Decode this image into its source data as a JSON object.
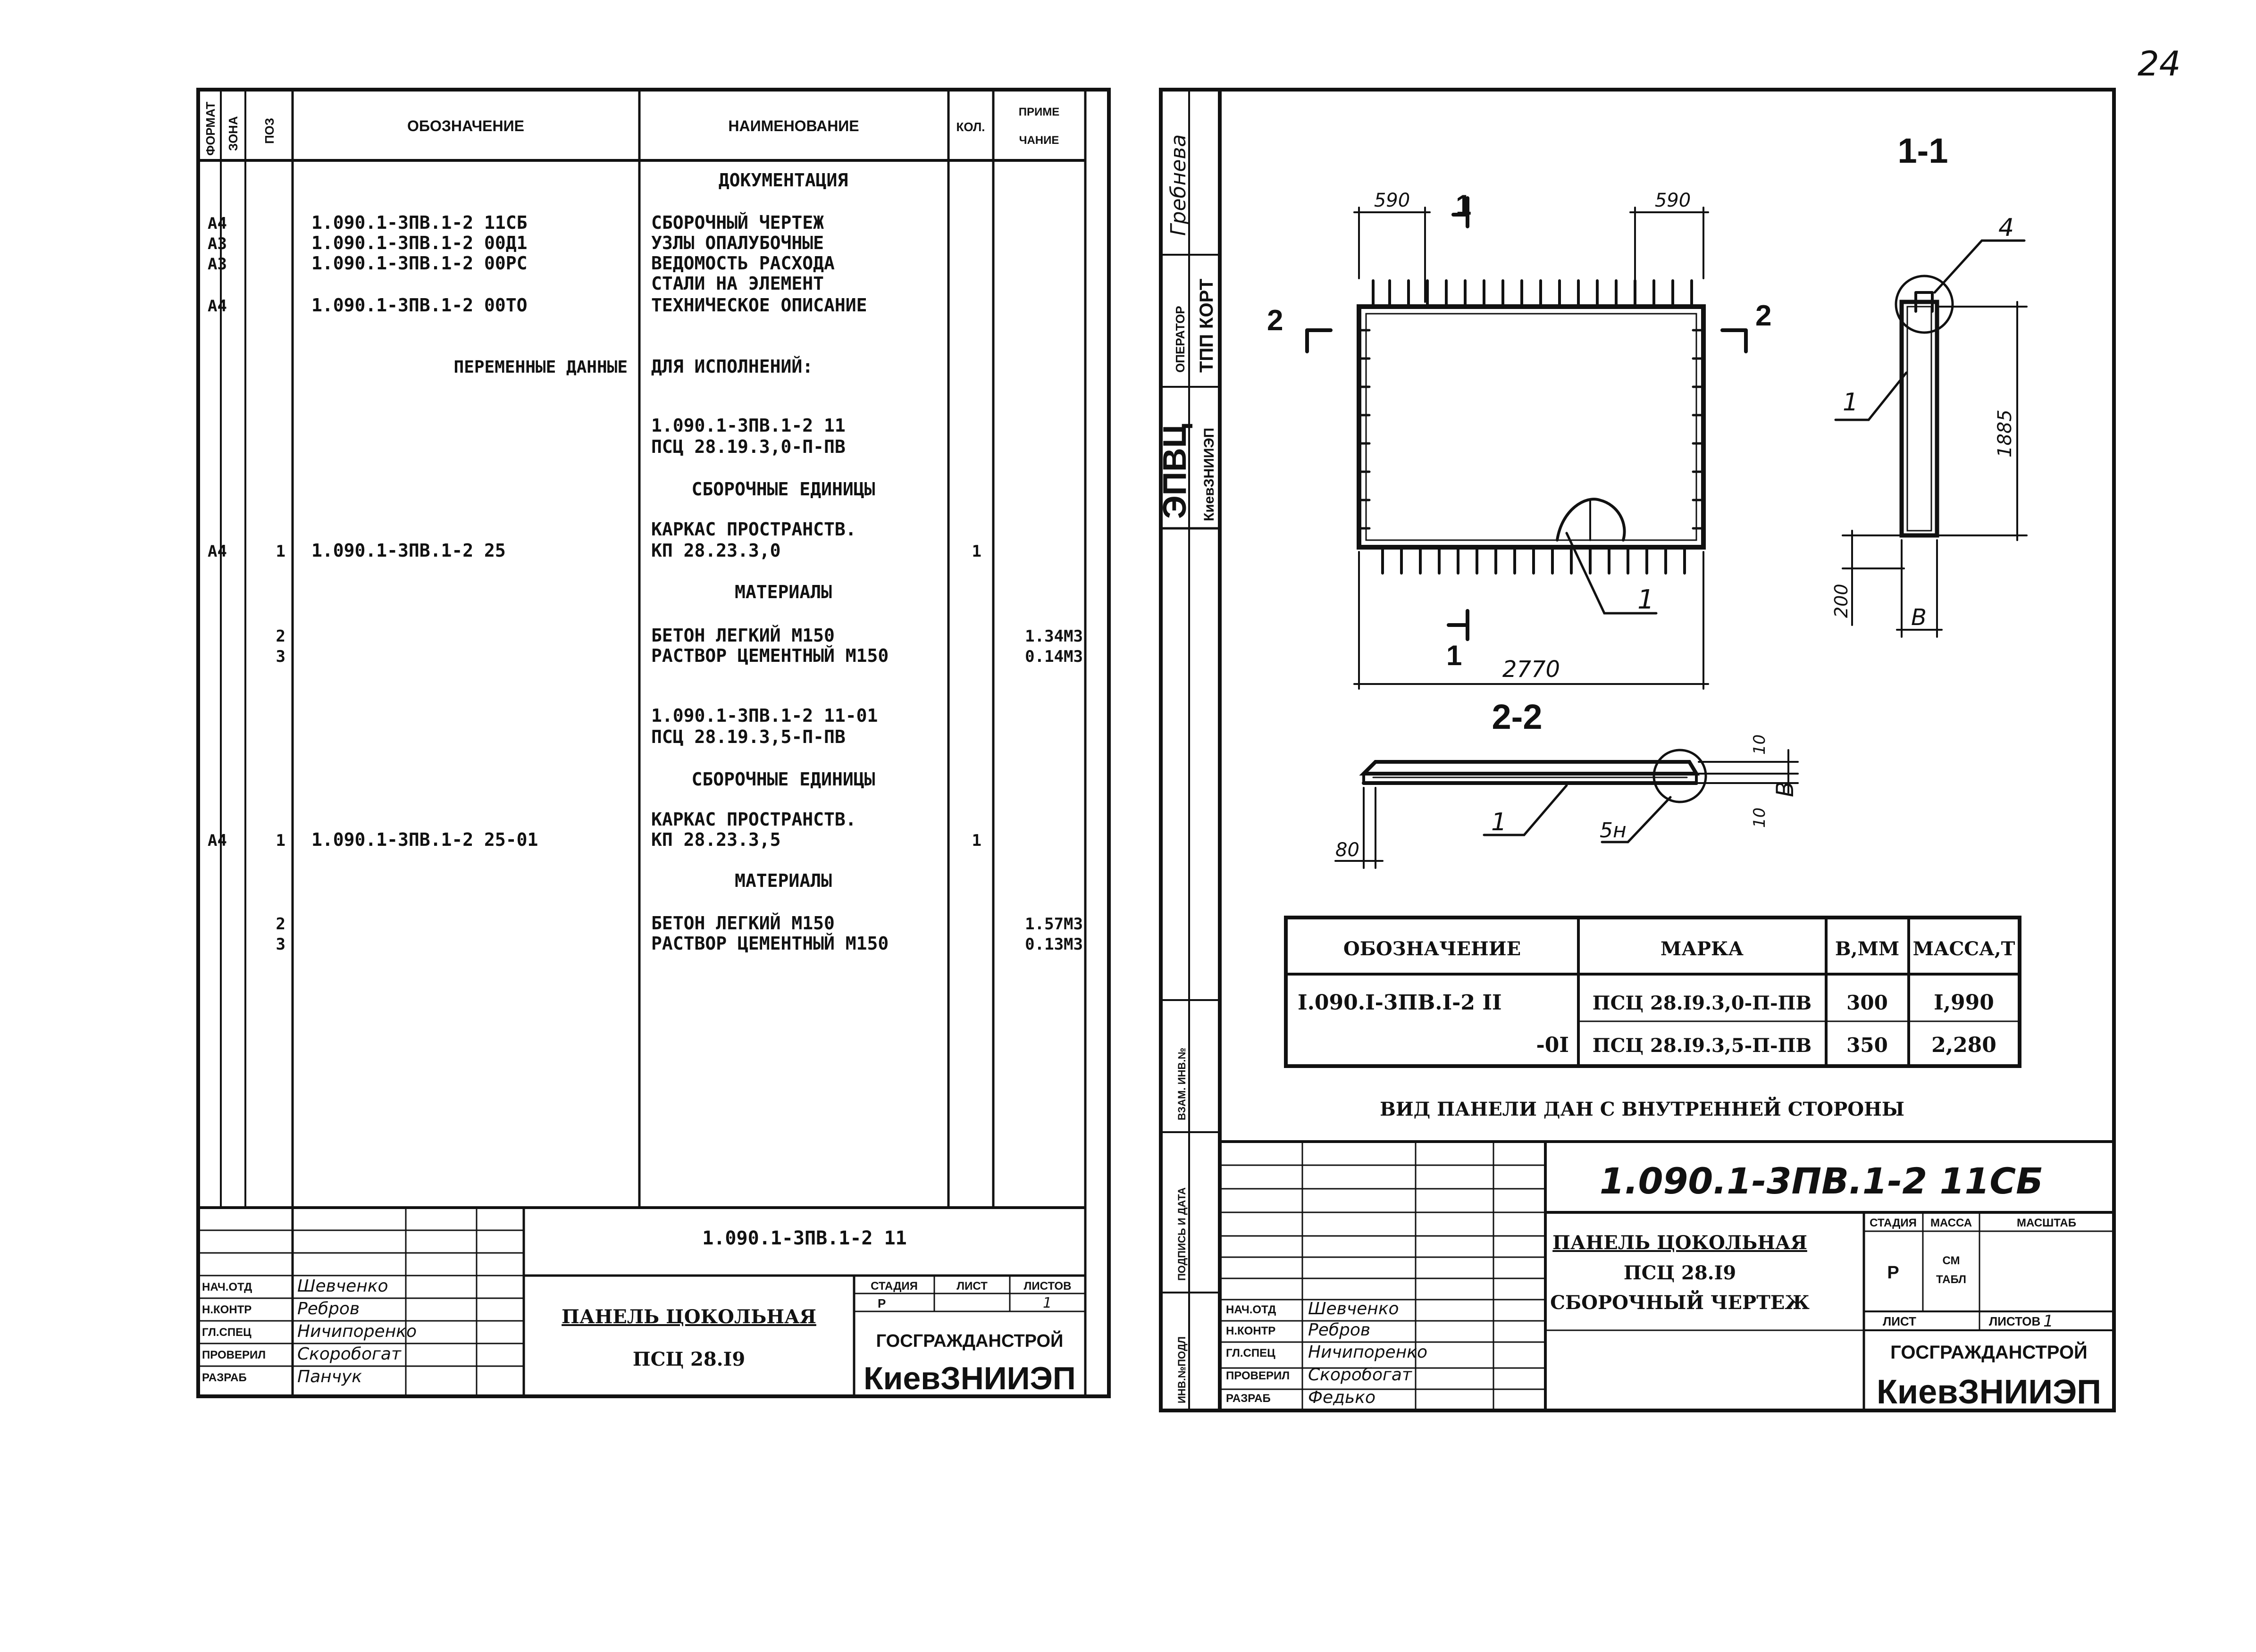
{
  "page_number": "24",
  "spec": {
    "headers": {
      "format": "ФОРМАТ",
      "zone": "ЗОНА",
      "pos": "ПОЗ",
      "designation": "ОБОЗНАЧЕНИЕ",
      "name": "НАИМЕНОВАНИЕ",
      "qty": "КОЛ.",
      "note_1": "ПРИМЕ",
      "note_2": "ЧАНИЕ"
    },
    "rows": [
      {
        "format": "",
        "pos": "",
        "designation": "",
        "name": "ДОКУМЕНТАЦИЯ",
        "qty": "",
        "note": ""
      },
      {
        "format": "А4",
        "pos": "",
        "designation": "1.090.1-3ПВ.1-2 11СБ",
        "name": "СБОРОЧНЫЙ ЧЕРТЕЖ",
        "qty": "",
        "note": ""
      },
      {
        "format": "А3",
        "pos": "",
        "designation": "1.090.1-3ПВ.1-2 00Д1",
        "name": "УЗЛЫ ОПАЛУБОЧНЫЕ",
        "qty": "",
        "note": ""
      },
      {
        "format": "А3",
        "pos": "",
        "designation": "1.090.1-3ПВ.1-2 00РС",
        "name": "ВЕДОМОСТЬ РАСХОДА",
        "qty": "",
        "note": ""
      },
      {
        "format": "",
        "pos": "",
        "designation": "",
        "name": " СТАЛИ НА ЭЛЕМЕНТ",
        "qty": "",
        "note": ""
      },
      {
        "format": "А4",
        "pos": "",
        "designation": "1.090.1-3ПВ.1-2 00ТО",
        "name": "ТЕХНИЧЕСКОЕ ОПИСАНИЕ",
        "qty": "",
        "note": ""
      },
      {
        "format": "",
        "pos": "",
        "designation": "ПЕРЕМЕННЫЕ ДАННЫЕ",
        "name": "ДЛЯ ИСПОЛНЕНИЙ:",
        "qty": "",
        "note": ""
      },
      {
        "format": "",
        "pos": "",
        "designation": "",
        "name": "1.090.1-3ПВ.1-2 11",
        "qty": "",
        "note": ""
      },
      {
        "format": "",
        "pos": "",
        "designation": "",
        "name": " ПСЦ 28.19.3,0-П-ПВ",
        "qty": "",
        "note": ""
      },
      {
        "format": "",
        "pos": "",
        "designation": "",
        "name": "СБОРОЧНЫЕ ЕДИНИЦЫ",
        "qty": "",
        "note": ""
      },
      {
        "format": "",
        "pos": "",
        "designation": "",
        "name": "КАРКАС ПРОСТРАНСТВ.",
        "qty": "",
        "note": ""
      },
      {
        "format": "А4",
        "pos": "1",
        "designation": "1.090.1-3ПВ.1-2 25",
        "name": "КП 28.23.3,0",
        "qty": "1",
        "note": ""
      },
      {
        "format": "",
        "pos": "",
        "designation": "",
        "name": "МАТЕРИАЛЫ",
        "qty": "",
        "note": ""
      },
      {
        "format": "",
        "pos": "2",
        "designation": "",
        "name": "БЕТОН ЛЕГКИЙ М150",
        "qty": "",
        "note": "1.34М3"
      },
      {
        "format": "",
        "pos": "3",
        "designation": "",
        "name": "РАСТВОР ЦЕМЕНТНЫЙ М150",
        "qty": "",
        "note": "0.14М3"
      },
      {
        "format": "",
        "pos": "",
        "designation": "",
        "name": "1.090.1-3ПВ.1-2 11-01",
        "qty": "",
        "note": ""
      },
      {
        "format": "",
        "pos": "",
        "designation": "",
        "name": " ПСЦ 28.19.3,5-П-ПВ",
        "qty": "",
        "note": ""
      },
      {
        "format": "",
        "pos": "",
        "designation": "",
        "name": "СБОРОЧНЫЕ ЕДИНИЦЫ",
        "qty": "",
        "note": ""
      },
      {
        "format": "",
        "pos": "",
        "designation": "",
        "name": "КАРКАС ПРОСТРАНСТВ.",
        "qty": "",
        "note": ""
      },
      {
        "format": "А4",
        "pos": "1",
        "designation": "1.090.1-3ПВ.1-2 25-01",
        "name": "КП 28.23.3,5",
        "qty": "1",
        "note": ""
      },
      {
        "format": "",
        "pos": "",
        "designation": "",
        "name": "МАТЕРИАЛЫ",
        "qty": "",
        "note": ""
      },
      {
        "format": "",
        "pos": "2",
        "designation": "",
        "name": "БЕТОН ЛЕГКИЙ М150",
        "qty": "",
        "note": "1.57М3"
      },
      {
        "format": "",
        "pos": "3",
        "designation": "",
        "name": "РАСТВОР ЦЕМЕНТНЫЙ М150",
        "qty": "",
        "note": "0.13М3"
      }
    ],
    "title_block": {
      "code": "1.090.1-3ПВ.1-2 11",
      "title_1": "ПАНЕЛЬ ЦОКОЛЬНАЯ",
      "title_2": "ПСЦ 28.I9",
      "stage_label": "СТАДИЯ",
      "sheet_label": "ЛИСТ",
      "sheets_label": "ЛИСТОВ",
      "stage": "Р",
      "sheets": "1",
      "org_1": "ГОСГРАЖДАНСТРОЙ",
      "org_2": "КиевЗНИИЭП",
      "roles": [
        "НАЧ.ОТД",
        "Н.КОНТР",
        "ГЛ.СПЕЦ",
        "ПРОВЕРИЛ",
        "РАЗРАБ"
      ],
      "names": [
        "Шевченко",
        "Ребров",
        "Ничипоренко",
        "Скоробогат",
        "Панчук"
      ]
    }
  },
  "drawing": {
    "side_stamp": {
      "author": "Гребнева",
      "operator": "ОПЕРАТОР",
      "dept": "ТПП КОРТ",
      "org_1": "ЭПВЦ",
      "org_2": "КиевЗНИИЭП",
      "vzam": "ВЗАМ. ИНВ.№",
      "sign": "ПОДПИСЬ И ДАТА",
      "inv": "ИНВ.№ПОДЛ"
    },
    "labels": {
      "dim_590_left": "590",
      "dim_590_right": "590",
      "dim_2770": "2770",
      "dim_1885": "1885",
      "dim_200": "200",
      "dim_b_section": "B",
      "dim_80": "80",
      "dim_10_top": "10",
      "dim_10_bottom": "10",
      "dim_b_22": "B",
      "section_11": "1-1",
      "section_22": "2-2",
      "cut_1": "1",
      "cut_2": "2",
      "callout_1": "1",
      "callout_4": "4",
      "callout_5n": "5н"
    },
    "table": {
      "headers": [
        "ОБОЗНАЧЕНИЕ",
        "МАРКА",
        "B,ММ",
        "МАССА,Т"
      ],
      "rows": [
        [
          "I.090.I-3ПВ.I-2 II",
          "ПСЦ 28.I9.3,0-П-ПВ",
          "300",
          "I,990"
        ],
        [
          "-0I",
          "ПСЦ 28.I9.3,5-П-ПВ",
          "350",
          "2,280"
        ]
      ]
    },
    "caption": "ВИД ПАНЕЛИ ДАН С ВНУТРЕННЕЙ СТОРОНЫ",
    "title_block": {
      "code": "1.090.1-3ПВ.1-2 11СБ",
      "title_1": "ПАНЕЛЬ ЦОКОЛЬНАЯ",
      "title_2": "ПСЦ 28.I9",
      "title_3": "СБОРОЧНЫЙ ЧЕРТЕЖ",
      "stage_label": "СТАДИЯ",
      "mass_label": "МАССА",
      "scale_label": "МАСШТАБ",
      "stage": "Р",
      "mass_1": "СМ",
      "mass_2": "ТАБЛ",
      "sheet_label": "ЛИСТ",
      "sheets_label": "ЛИСТОВ",
      "sheets": "1",
      "org_1": "ГОСГРАЖДАНСТРОЙ",
      "org_2": "КиевЗНИИЭП",
      "roles": [
        "НАЧ.ОТД",
        "Н.КОНТР",
        "ГЛ.СПЕЦ",
        "ПРОВЕРИЛ",
        "РАЗРАБ"
      ],
      "names": [
        "Шевченко",
        "Ребров",
        "Ничипоренко",
        "Скоробогат",
        "Федько"
      ]
    }
  }
}
